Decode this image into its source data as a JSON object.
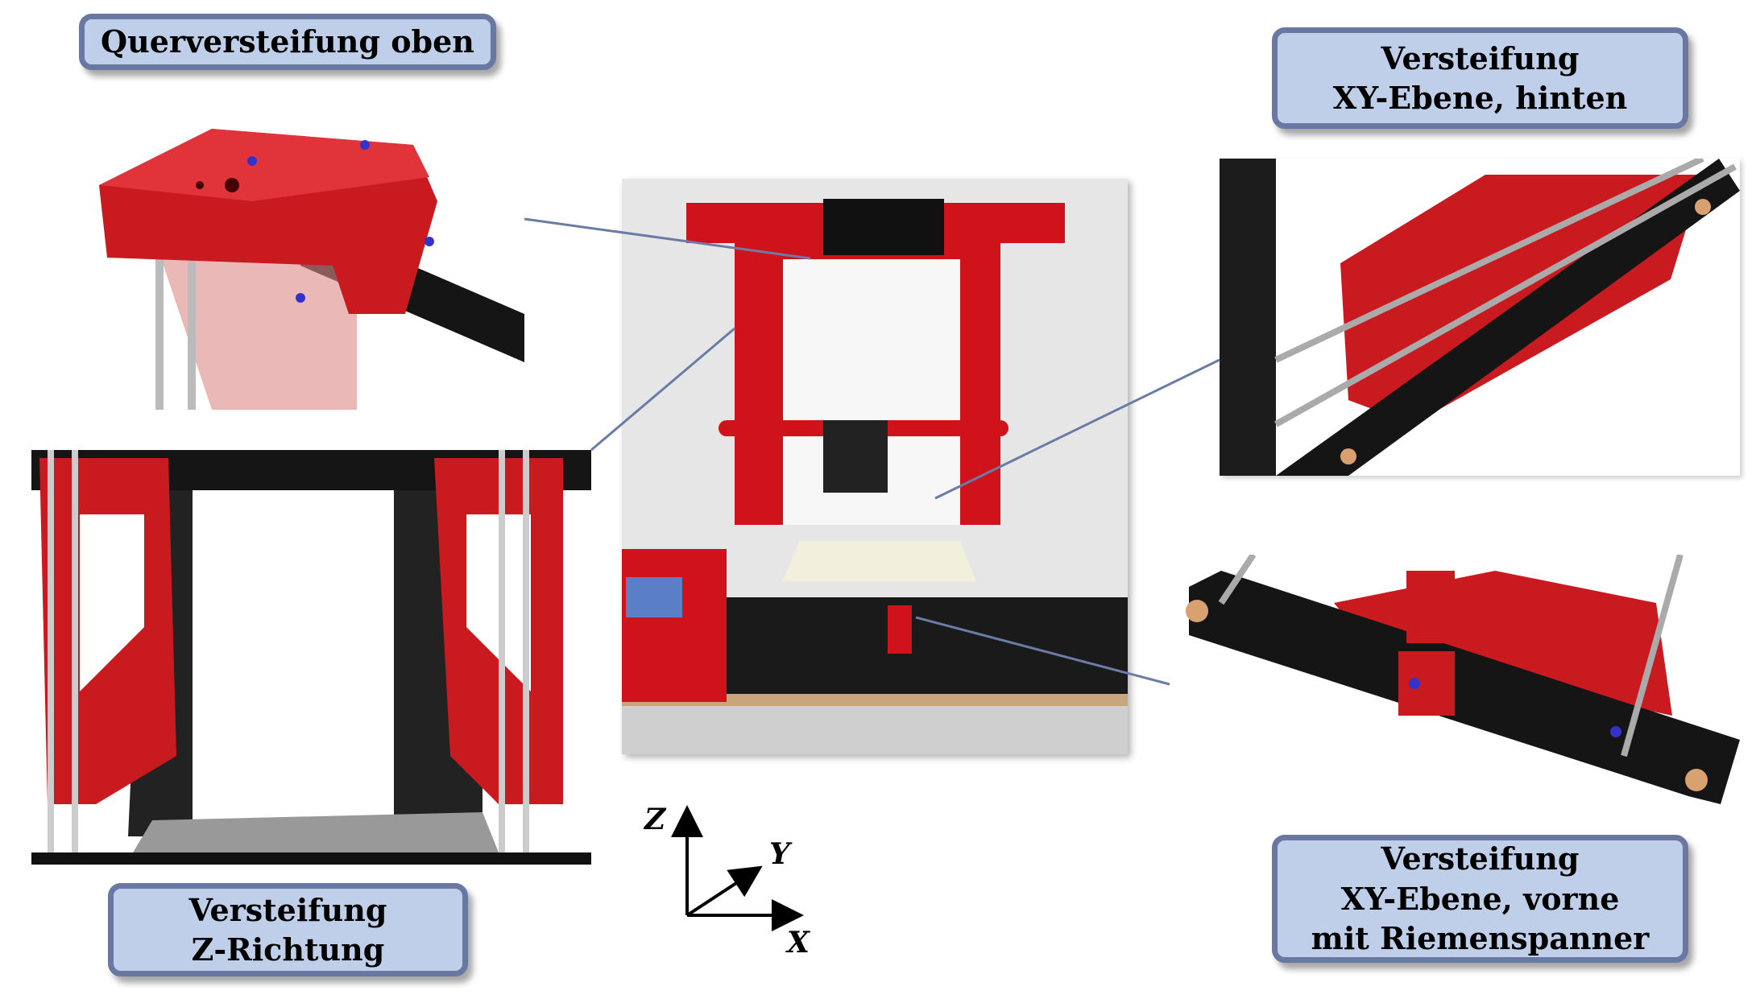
{
  "labels": {
    "top_left": "Querversteifung oben",
    "bottom_left": [
      "Versteifung",
      "Z-Richtung"
    ],
    "top_right": [
      "Versteifung",
      "XY-Ebene, hinten"
    ],
    "bottom_right": [
      "Versteifung",
      "XY-Ebene, vorne",
      "mit Riemenspanner"
    ]
  },
  "axes": {
    "z": "Z",
    "y": "Y",
    "x": "X"
  },
  "colors": {
    "label_fill": "#c0cfe9",
    "label_border": "#6878a2",
    "frame_red": "#d0121b",
    "frame_black": "#151515",
    "connector": "#6a7ca6"
  }
}
